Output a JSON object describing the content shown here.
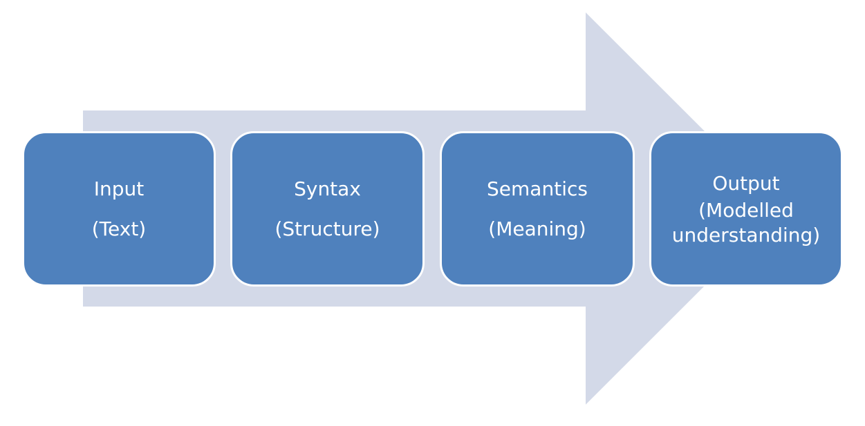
{
  "diagram": {
    "arrow_color": "#D3D9E8",
    "box_color": "#4F81BD",
    "text_color": "#FFFFFF",
    "steps": [
      {
        "title": "Input",
        "subtitle": "(Text)"
      },
      {
        "title": "Syntax",
        "subtitle": "(Structure)"
      },
      {
        "title": "Semantics",
        "subtitle": "(Meaning)"
      },
      {
        "title": "Output",
        "subtitle": "(Modelled understanding)"
      }
    ]
  }
}
